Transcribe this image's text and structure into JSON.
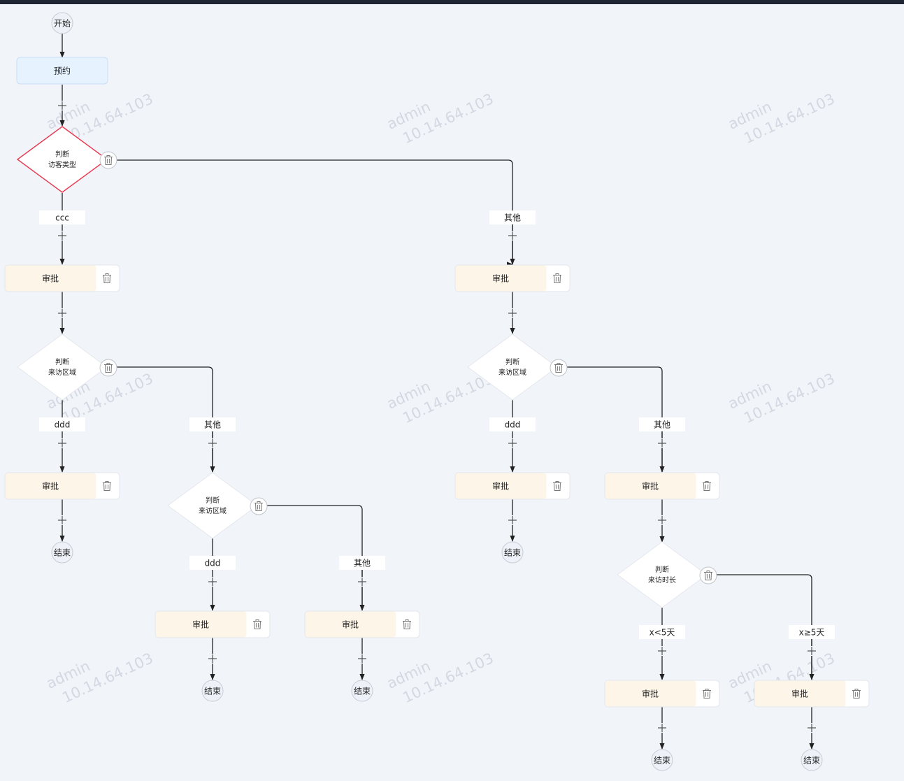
{
  "start_label": "开始",
  "book_label": "预约",
  "end_label": "结束",
  "approval_label": "审批",
  "decision_title": "判断",
  "decision_subjects": {
    "visitor_type": "访客类型",
    "visit_area": "来访区域",
    "visit_duration": "来访时长"
  },
  "branch_labels": {
    "ccc": "ccc",
    "other": "其他",
    "ddd": "ddd",
    "lt5": "x<5天",
    "ge5": "x≥5天"
  },
  "watermark": {
    "user": "admin",
    "ip": "10.14.64.103"
  },
  "icons": {
    "delete": "trash-icon",
    "add": "plus-icon",
    "arrow": "arrow-down-icon"
  },
  "colors": {
    "background": "#f1f4f9",
    "start_node_fill": "#e6f2fe",
    "approval_fill": "#fef5e9",
    "selected_border": "#e8384f",
    "edge": "#222222",
    "watermark": "#d4d8e2"
  }
}
